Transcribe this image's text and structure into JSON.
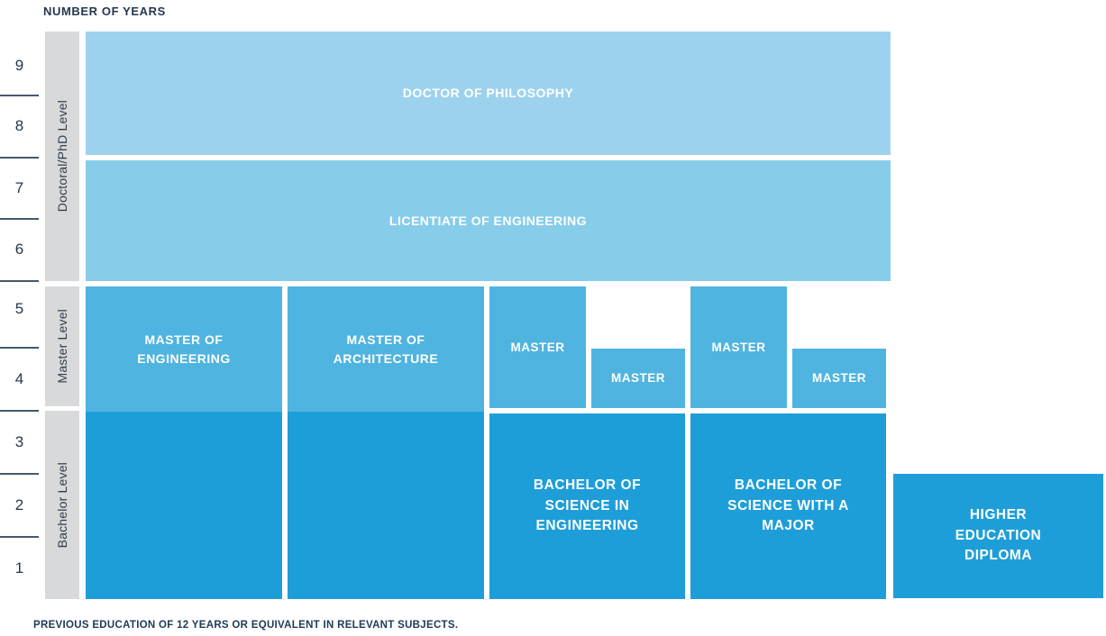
{
  "axis": {
    "title": "NUMBER OF YEARS",
    "years": [
      "9",
      "8",
      "7",
      "6",
      "5",
      "4",
      "3",
      "2",
      "1"
    ]
  },
  "levels": [
    {
      "label": "Doctoral/PhD Level",
      "years_span": "6-9"
    },
    {
      "label": "Master Level",
      "years_span": "4-5"
    },
    {
      "label": "Bachelor Level",
      "years_span": "1-3"
    }
  ],
  "programs": [
    {
      "label": "DOCTOR OF PHILOSOPHY",
      "level": "Doctoral/PhD Level",
      "years_span": "8-9"
    },
    {
      "label": "LICENTIATE OF ENGINEERING",
      "level": "Doctoral/PhD Level",
      "years_span": "6-7"
    },
    {
      "label": "MASTER OF ENGINEERING",
      "level": "Master Level",
      "years_span": "4-5"
    },
    {
      "label": "MASTER OF ARCHITECTURE",
      "level": "Master Level",
      "years_span": "4-5"
    },
    {
      "label": "MASTER",
      "level": "Master Level",
      "years_span": "4-5"
    },
    {
      "label": "MASTER",
      "level": "Master Level",
      "years_span": "4"
    },
    {
      "label": "MASTER",
      "level": "Master Level",
      "years_span": "4-5"
    },
    {
      "label": "MASTER",
      "level": "Master Level",
      "years_span": "4"
    },
    {
      "label": "BACHELOR OF SCIENCE IN ENGINEERING",
      "level": "Bachelor Level",
      "years_span": "1-3"
    },
    {
      "label": "BACHELOR OF SCIENCE WITH A MAJOR",
      "level": "Bachelor Level",
      "years_span": "1-3"
    },
    {
      "label": "HIGHER EDUCATION DIPLOMA",
      "level": "Bachelor Level",
      "years_span": "1-2"
    }
  ],
  "footnote": "PREVIOUS EDUCATION OF 12 YEARS OR EQUIVALENT IN RELEVANT SUBJECTS.",
  "colors": {
    "doctoral_light": "#9dd2ee",
    "doctoral": "#87cdea",
    "master": "#4fb4df",
    "bachelor": "#1e9ed8",
    "band_gray": "#d8d9da",
    "text_navy": "#24384e",
    "tick": "#47586c",
    "text_white": "#ffffff"
  }
}
